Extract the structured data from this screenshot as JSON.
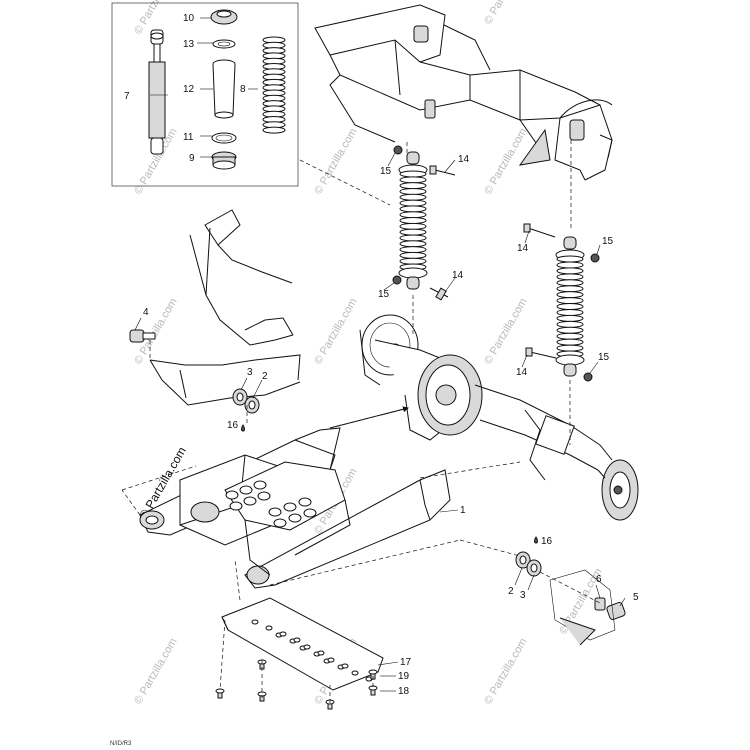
{
  "callouts": {
    "c1": "1",
    "c2a": "2",
    "c2b": "2",
    "c3a": "3",
    "c3b": "3",
    "c4": "4",
    "c5": "5",
    "c6": "6",
    "c7": "7",
    "c8": "8",
    "c9": "9",
    "c10": "10",
    "c11": "11",
    "c12": "12",
    "c13": "13",
    "c14a": "14",
    "c14b": "14",
    "c14c": "14",
    "c14d": "14",
    "c15a": "15",
    "c15b": "15",
    "c15c": "15",
    "c15d": "15",
    "c16a": "16",
    "c16b": "16",
    "c17": "17",
    "c18": "18",
    "c19": "19"
  },
  "watermark": {
    "brand": "© Partzilla.com",
    "brand_main": "© Partzilla.com"
  },
  "drawing_code": "N/ID/R3"
}
